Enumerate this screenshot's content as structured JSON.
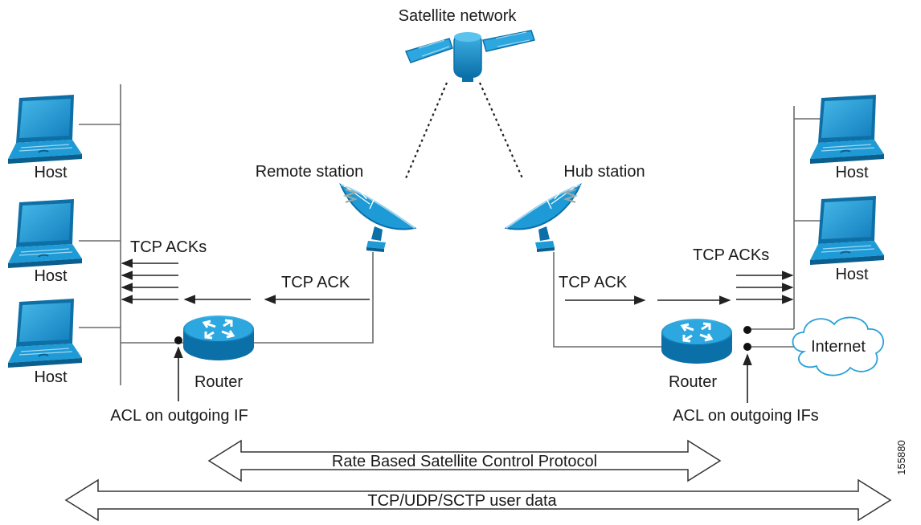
{
  "labels": {
    "satellite": "Satellite network",
    "remote_station": "Remote station",
    "hub_station": "Hub station",
    "host": "Host",
    "tcp_acks": "TCP ACKs",
    "tcp_ack": "TCP ACK",
    "router": "Router",
    "internet": "Internet",
    "acl_left": "ACL on outgoing IF",
    "acl_right": "ACL on outgoing IFs",
    "rbscp": "Rate Based Satellite Control Protocol",
    "user_data": "TCP/UDP/SCTP user data",
    "figure_id": "155880"
  },
  "colors": {
    "device_blue": "#1e9bd6",
    "device_dark": "#0b6fa8",
    "device_light": "#9fd7f2",
    "cloud_edge": "#2aa0d8",
    "wire_gray": "#6b6b6b"
  },
  "icons": [
    "laptop-icon",
    "router-icon",
    "satellite-icon",
    "satellite-dish-icon",
    "cloud-icon"
  ]
}
